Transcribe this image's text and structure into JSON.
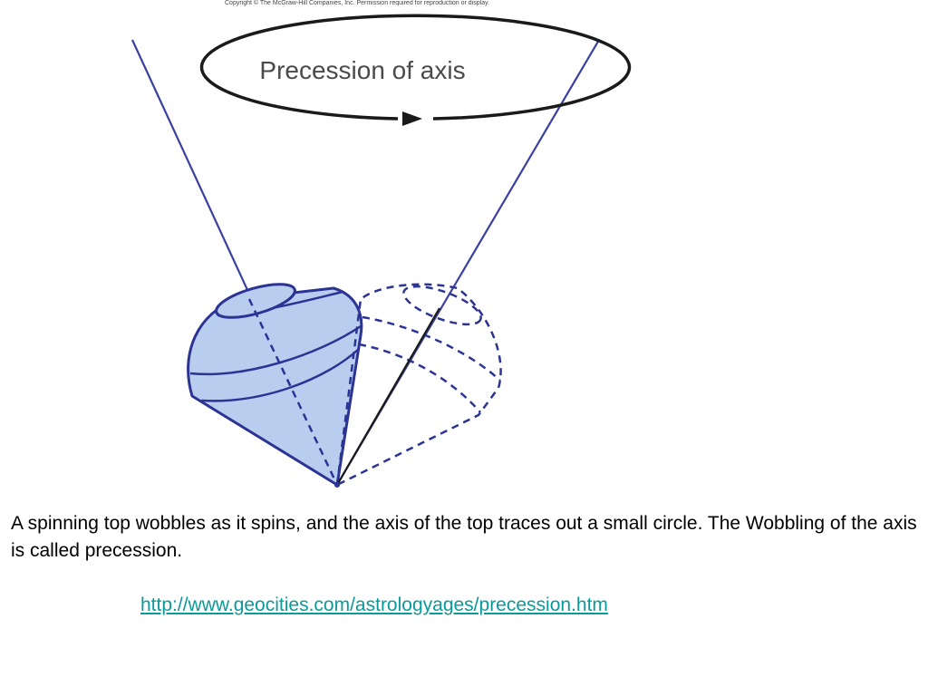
{
  "copyright": "Copyright © The McGraw-Hill Companies, Inc. Permission required for reproduction or display.",
  "figure": {
    "label": "Precession of axis"
  },
  "caption": "A spinning top wobbles as it spins, and the axis of the top traces out a small circle. The Wobbling of the axis is called precession.",
  "source_link": "http://www.geocities.com/astrologyages/precession.htm",
  "colors": {
    "top_fill": "#b9cdee",
    "top_stroke": "#2b3494",
    "cone_line": "#3a40a0",
    "circle_stroke": "#1a1a1a",
    "link": "#0a9a9a"
  }
}
